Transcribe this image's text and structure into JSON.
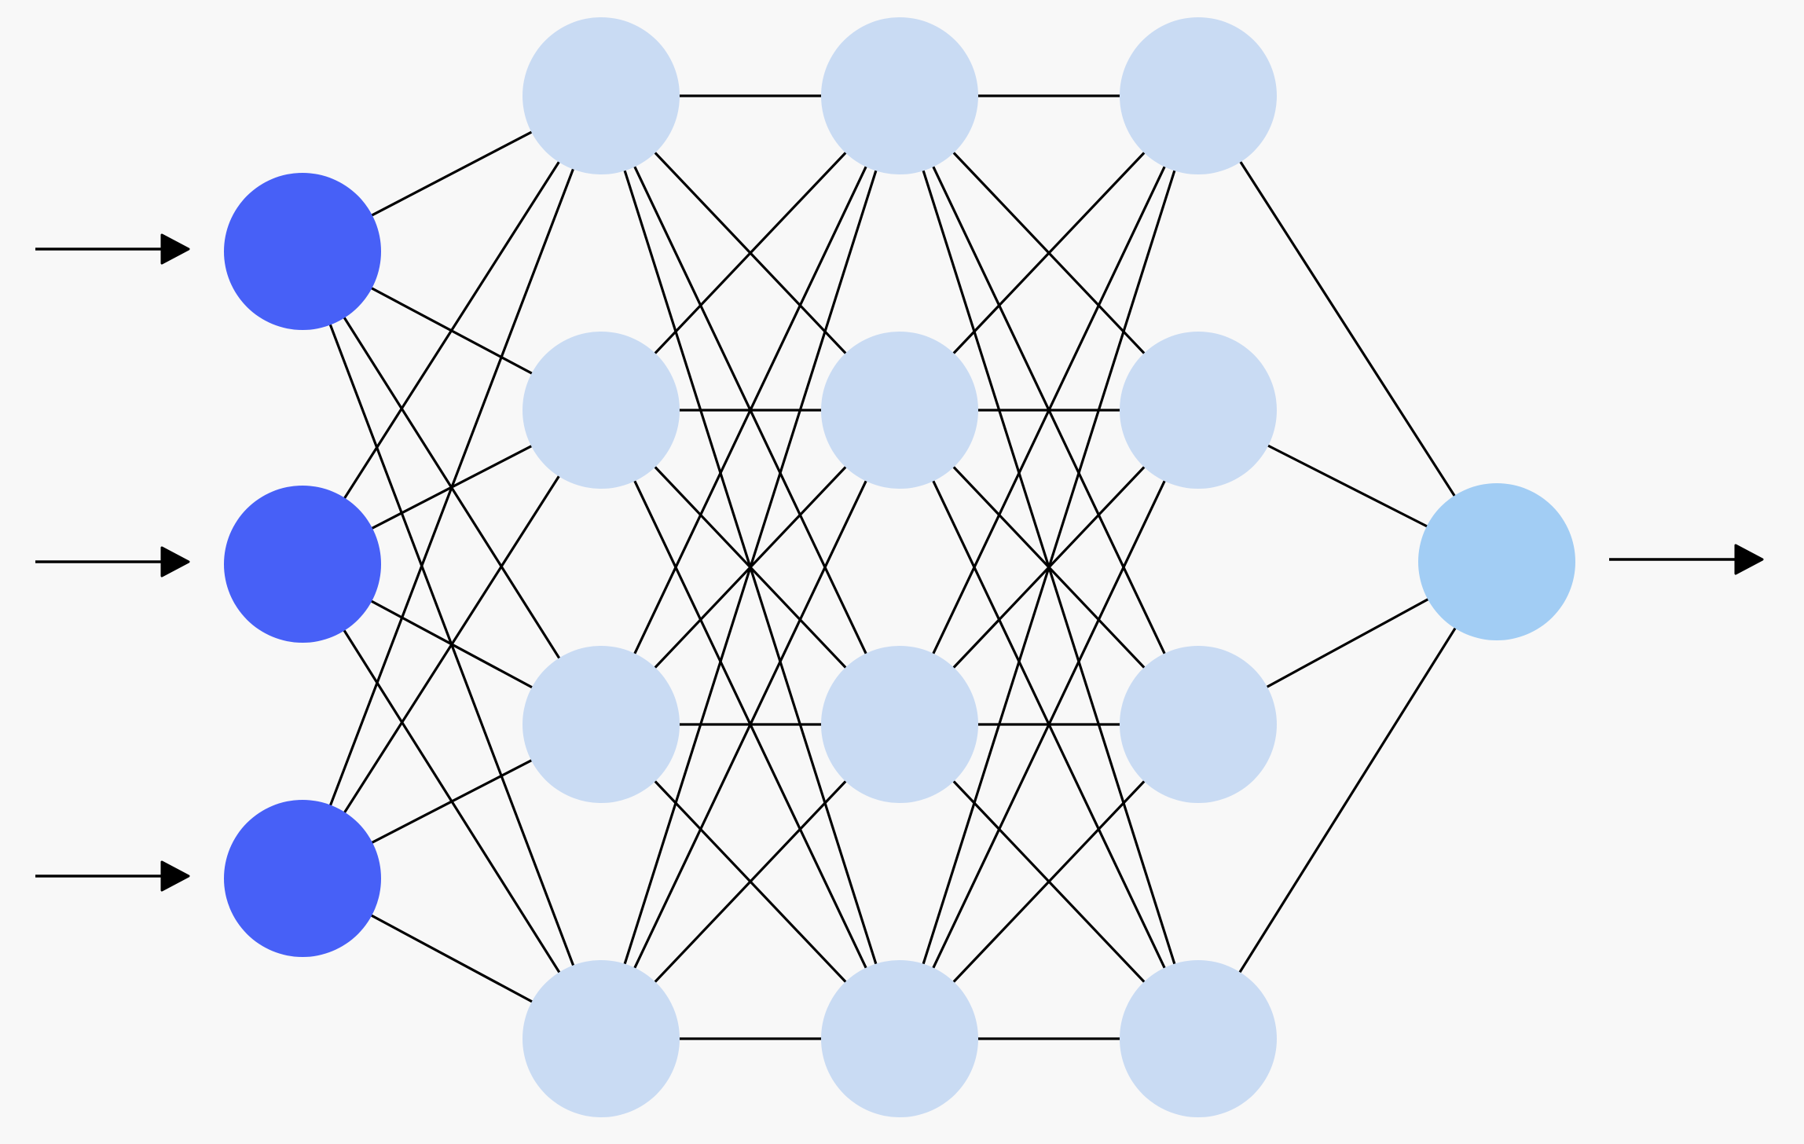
{
  "diagram": {
    "type": "neural-network",
    "background_color": "#f8f8f8",
    "edge_color": "#000000",
    "layers": [
      {
        "role": "input",
        "node_count": 3,
        "color": "#4760f7",
        "incoming_arrows": true
      },
      {
        "role": "hidden",
        "node_count": 4,
        "color": "#c9dbf3"
      },
      {
        "role": "hidden",
        "node_count": 4,
        "color": "#c9dbf3"
      },
      {
        "role": "hidden",
        "node_count": 4,
        "color": "#c9dbf3"
      },
      {
        "role": "output",
        "node_count": 1,
        "color": "#a2cdf4",
        "outgoing_arrow": true
      }
    ],
    "connectivity": "fully-connected"
  }
}
